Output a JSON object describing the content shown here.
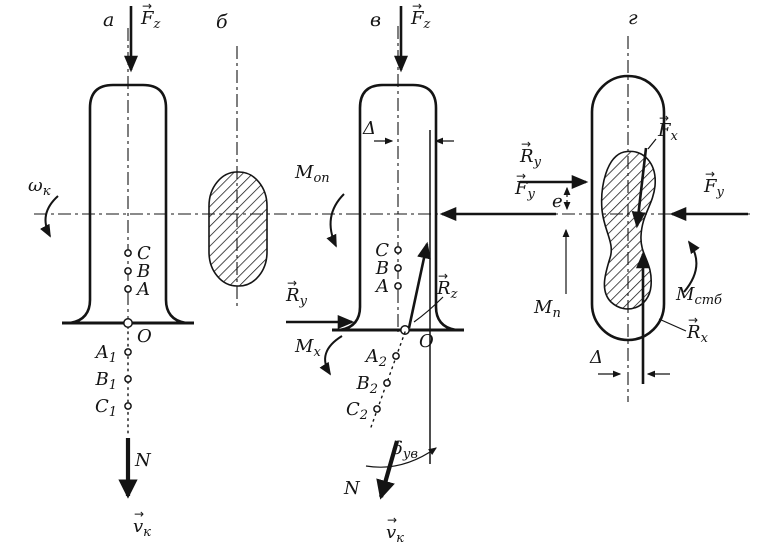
{
  "sym": {
    "vec": "→"
  },
  "panel_a": {
    "letter": "а",
    "Fz": {
      "base": "F",
      "sub": "z"
    },
    "omega": {
      "base": "ω",
      "sub": "к"
    },
    "pC": "C",
    "pB": "B",
    "pA": "A",
    "origin": "O",
    "pA1": {
      "base": "A",
      "sub": "1"
    },
    "pB1": {
      "base": "B",
      "sub": "1"
    },
    "pC1": {
      "base": "C",
      "sub": "1"
    },
    "N": "N",
    "vk": {
      "base": "v",
      "sub": "к"
    }
  },
  "panel_b": {
    "letter": "б"
  },
  "panel_v": {
    "letter": "в",
    "Fz": {
      "base": "F",
      "sub": "z"
    },
    "delta": "Δ",
    "Mop": {
      "base": "M",
      "sub": "оп"
    },
    "Fy": {
      "base": "F",
      "sub": "y"
    },
    "Ry": {
      "base": "R",
      "sub": "y"
    },
    "Mx": {
      "base": "M",
      "sub": "x"
    },
    "Rz": {
      "base": "R",
      "sub": "z"
    },
    "pC": "C",
    "pB": "B",
    "pA": "A",
    "origin": "O",
    "pA2": {
      "base": "A",
      "sub": "2"
    },
    "pB2": {
      "base": "B",
      "sub": "2"
    },
    "pC2": {
      "base": "C",
      "sub": "2"
    },
    "delta_uv": {
      "base": "δ",
      "sub": "ув"
    },
    "N": "N",
    "vk": {
      "base": "v",
      "sub": "к"
    }
  },
  "panel_g": {
    "letter": "г",
    "Fx": {
      "base": "F",
      "sub": "x"
    },
    "Ry": {
      "base": "R",
      "sub": "y"
    },
    "e": "e",
    "Fy": {
      "base": "F",
      "sub": "y"
    },
    "Mp": {
      "base": "M",
      "sub": "п"
    },
    "Mstb": {
      "base": "M",
      "sub": "стб"
    },
    "Rx": {
      "base": "R",
      "sub": "x"
    },
    "delta": "Δ"
  }
}
